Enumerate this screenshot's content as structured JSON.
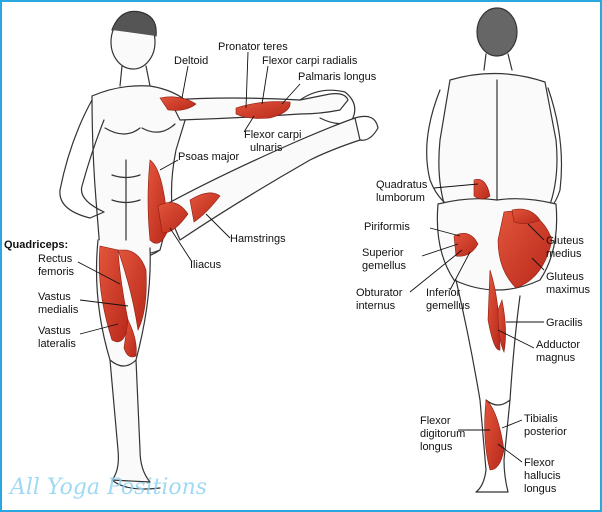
{
  "front_labels": {
    "deltoid": "Deltoid",
    "pronator_teres": "Pronator teres",
    "flexor_carpi_radialis": "Flexor carpi radialis",
    "palmaris_longus": "Palmaris longus",
    "flexor_carpi_ulnaris": [
      "Flexor carpi",
      "ulnaris"
    ],
    "psoas_major": "Psoas major",
    "hamstrings": "Hamstrings",
    "iliacus": "Iliacus",
    "quadriceps": "Quadriceps:",
    "rectus_femoris": [
      "Rectus",
      "femoris"
    ],
    "vastus_medialis": [
      "Vastus",
      "medialis"
    ],
    "vastus_lateralis": [
      "Vastus",
      "lateralis"
    ]
  },
  "back_labels": {
    "quadratus_lumborum": [
      "Quadratus",
      "lumborum"
    ],
    "piriformis": "Piriformis",
    "superior_gemellus": [
      "Superior",
      "gemellus"
    ],
    "obturator_internus": [
      "Obturator",
      "internus"
    ],
    "inferior_gemellus": [
      "Inferior",
      "gemellus"
    ],
    "gluteus_medius": [
      "Gluteus",
      "medius"
    ],
    "gluteus_maximus": [
      "Gluteus",
      "maximus"
    ],
    "gracilis": "Gracilis",
    "adductor_magnus": [
      "Adductor",
      "magnus"
    ],
    "flexor_digitorum_longus": [
      "Flexor",
      "digitorum",
      "longus"
    ],
    "tibialis_posterior": [
      "Tibialis",
      "posterior"
    ],
    "flexor_hallucis_longus": [
      "Flexor",
      "hallucis",
      "longus"
    ]
  },
  "watermark": "All Yoga Positions",
  "colors": {
    "muscle": "#d8402a",
    "muscle_dark": "#b52a1a",
    "outline": "#333333",
    "frame": "#29a8e0",
    "watermark": "#8fd3f2"
  }
}
